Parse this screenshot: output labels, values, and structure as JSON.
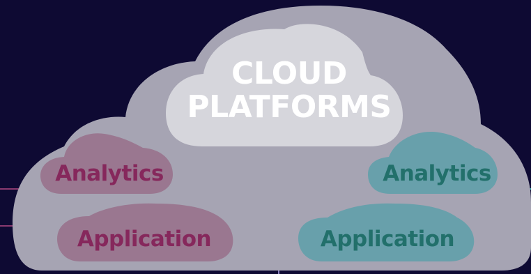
{
  "title": {
    "line1": "CLOUD",
    "line2": "PLATFORMS"
  },
  "left": {
    "analytics": "Analytics",
    "application": "Application"
  },
  "right": {
    "analytics": "Analytics",
    "application": "Application"
  },
  "colors": {
    "background": "#0e0a33",
    "big_cloud": "#a6a4b3",
    "title_cloud": "#d6d6dc",
    "left_cloud": "#9a7790",
    "left_text": "#86285c",
    "left_line": "#8a3a70",
    "right_cloud": "#68a0ab",
    "right_text": "#22706b",
    "right_line": "#2fa5a5"
  }
}
